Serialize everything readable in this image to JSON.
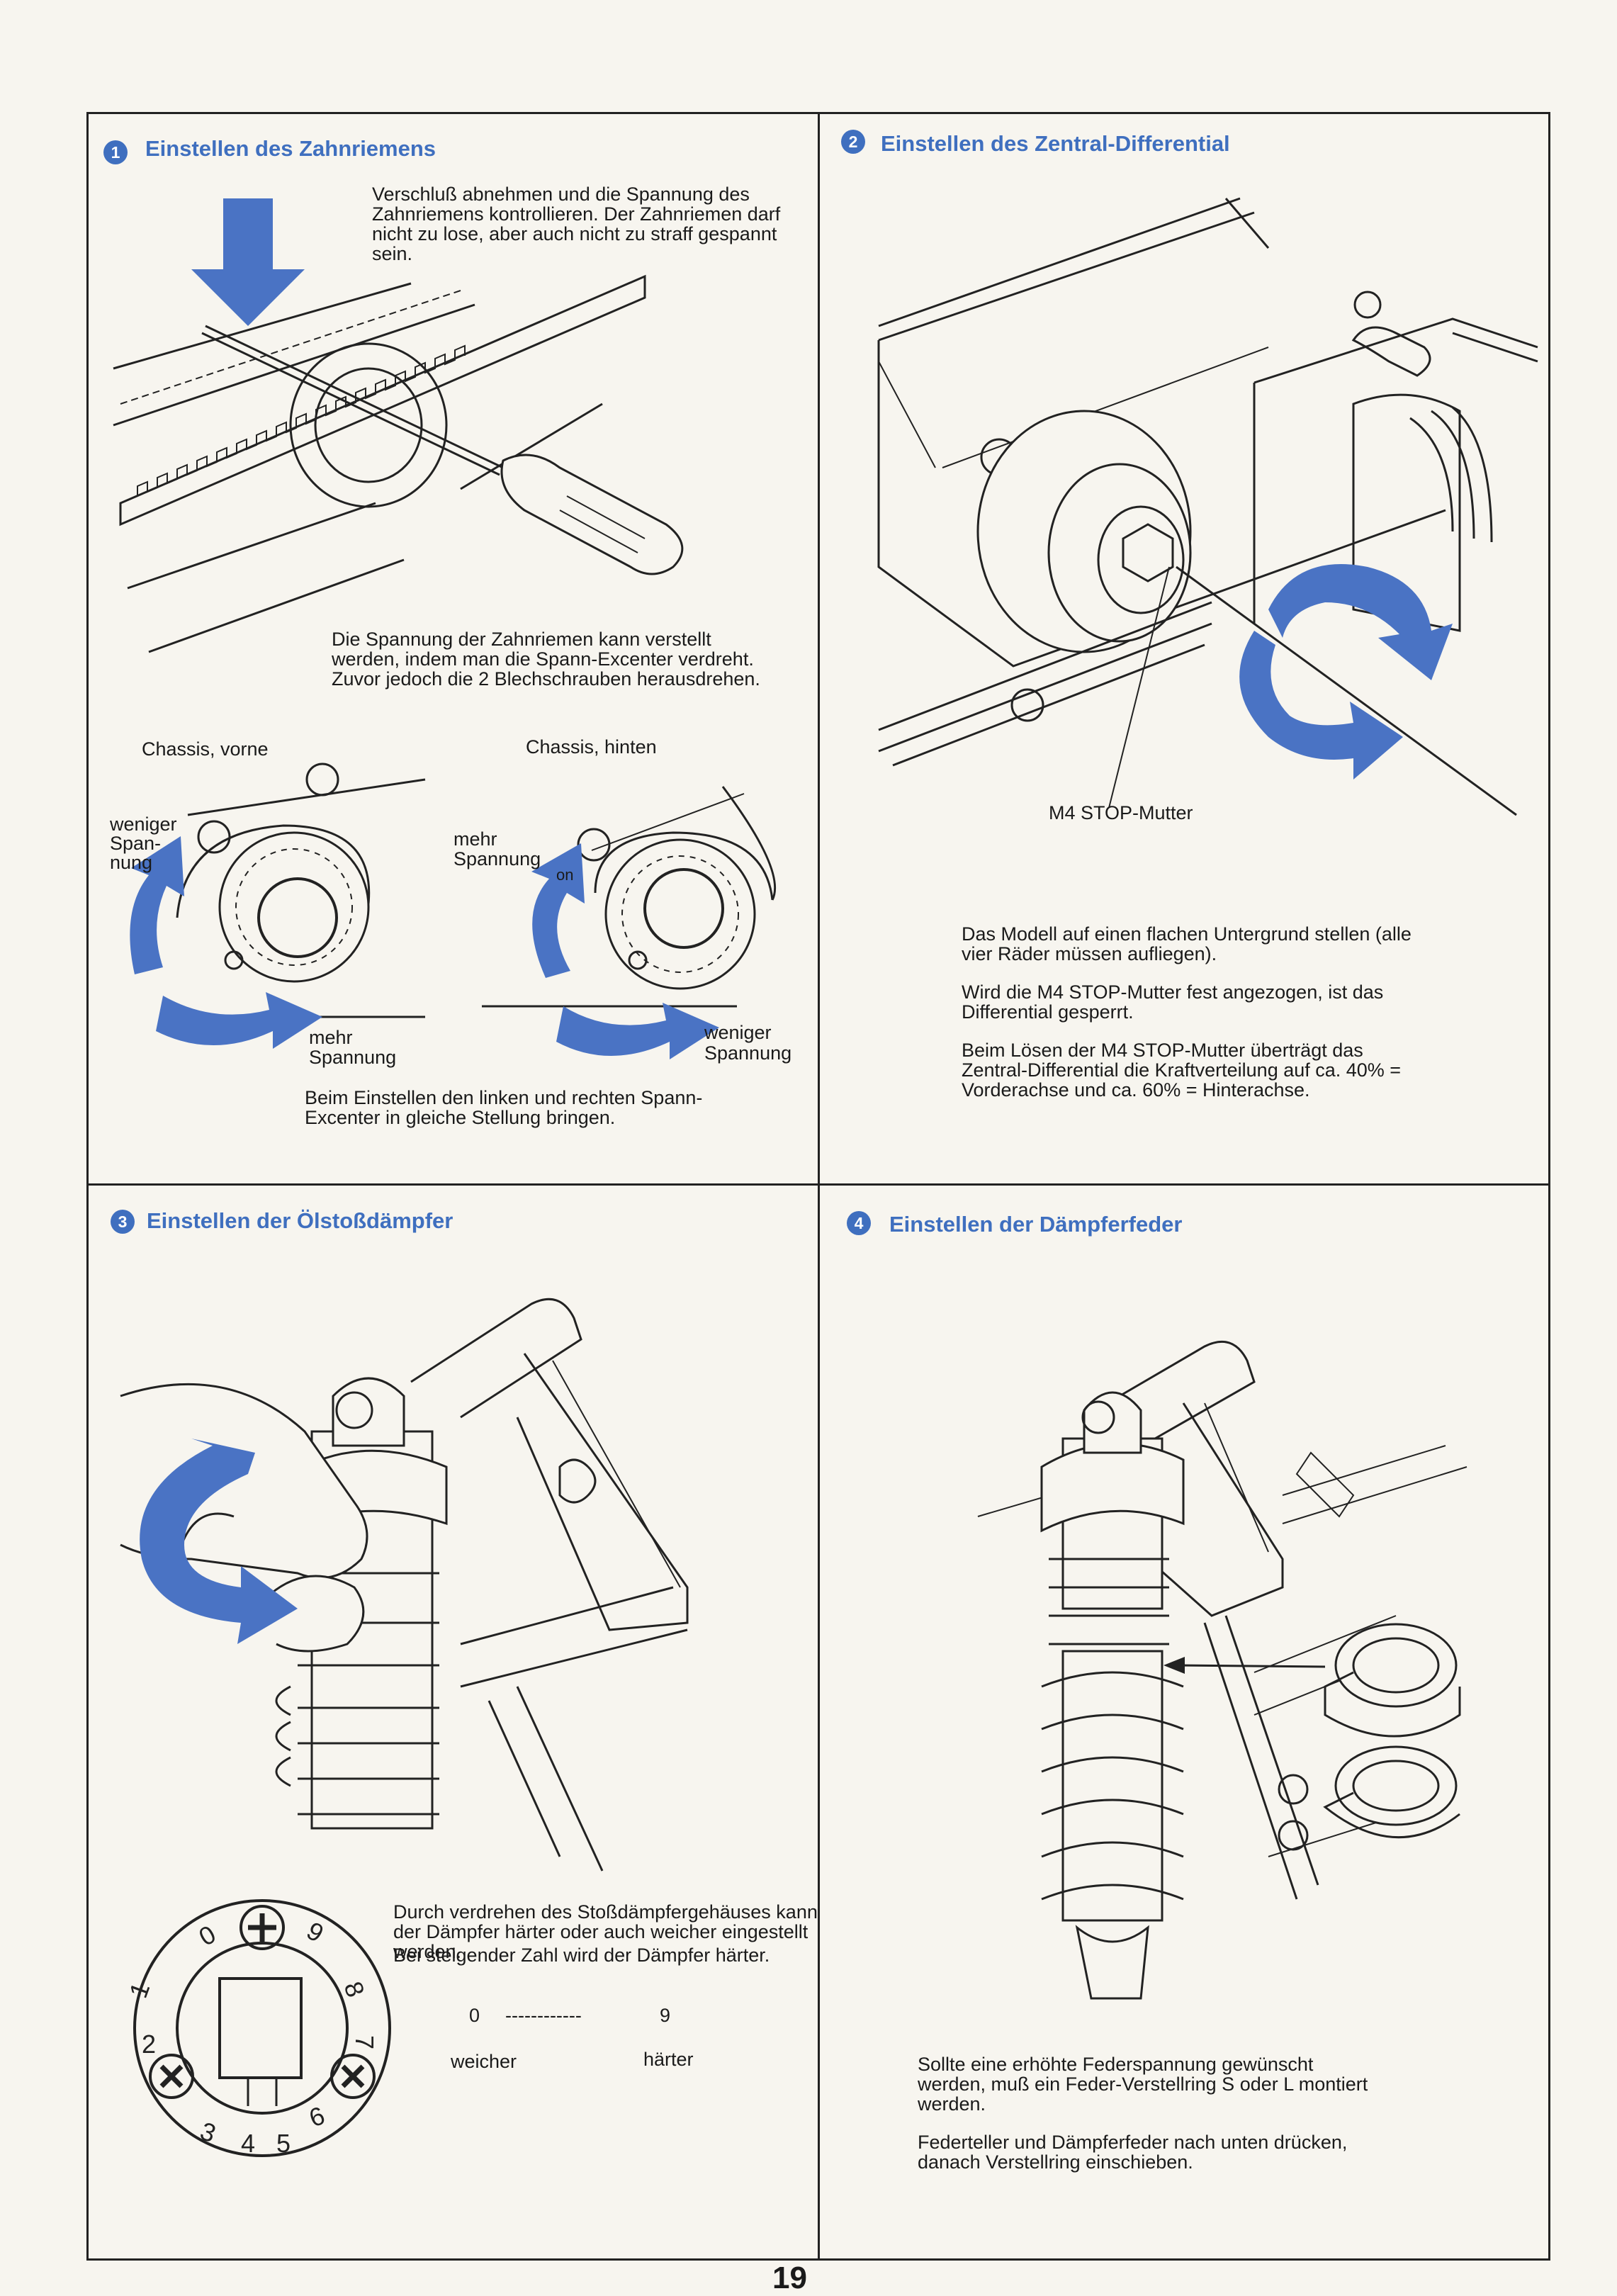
{
  "sections": {
    "s1": {
      "number": "1",
      "title": "Einstellen des Zahnriemens",
      "text_top": "Verschluß abnehmen und die Spannung des Zahnriemens kontrollieren. Der Zahnriemen darf nicht zu lose, aber auch nicht zu straff gespannt sein.",
      "text_mid": "Die Spannung der Zahnriemen kann verstellt werden, indem man die Spann-Excenter verdreht. Zuvor jedoch die 2 Blechschrauben herausdrehen.",
      "label_front": "Chassis, vorne",
      "label_rear": "Chassis, hinten",
      "label_weniger_left": "weniger Span- nung",
      "label_mehr_left": "mehr Spannung",
      "label_mehr_right": "mehr Spannung",
      "label_on": "on",
      "label_weniger_right": "weniger Spannung",
      "text_bottom": "Beim Einstellen den linken und rechten Spann-Excenter in gleiche Stellung bringen."
    },
    "s2": {
      "number": "2",
      "title": "Einstellen des Zentral-Differential",
      "callout": "M4 STOP-Mutter",
      "para1": "Das Modell auf einen flachen Untergrund stellen (alle vier Räder müssen aufliegen).",
      "para2": "Wird die M4 STOP-Mutter fest angezogen, ist das Differential gesperrt.",
      "para3": "Beim Lösen der M4 STOP-Mutter überträgt das Zentral-Differential die Kraftverteilung auf ca. 40% = Vorderachse und ca. 60% = Hinterachse."
    },
    "s3": {
      "number": "3",
      "title": "Einstellen der Ölstoßdämpfer",
      "text": "Durch verdrehen des Stoßdämpfergehäuses kann der Dämpfer härter oder auch weicher eingestellt werden.",
      "text2": "Bei steigender Zahl wird der Dämpfer härter.",
      "scale_min": "0",
      "scale_dashes": "------------",
      "scale_max": "9",
      "label_soft": "weicher",
      "label_hard": "härter",
      "dial_numbers": [
        "0",
        "9",
        "8",
        "7",
        "6",
        "5",
        "4",
        "3",
        "2",
        "1"
      ]
    },
    "s4": {
      "number": "4",
      "title": "Einstellen der Dämpferfeder",
      "para1": "Sollte eine erhöhte Federspannung gewünscht werden, muß ein Feder-Verstellring S oder L montiert werden.",
      "para2": "Federteller und Dämpferfeder nach unten drücken, danach Verstellring einschieben."
    }
  },
  "page_number": "19",
  "colors": {
    "accent": "#3f6fbf",
    "arrow": "#4a73c4",
    "ink": "#1a1a1a",
    "paper": "#f7f5ef"
  }
}
